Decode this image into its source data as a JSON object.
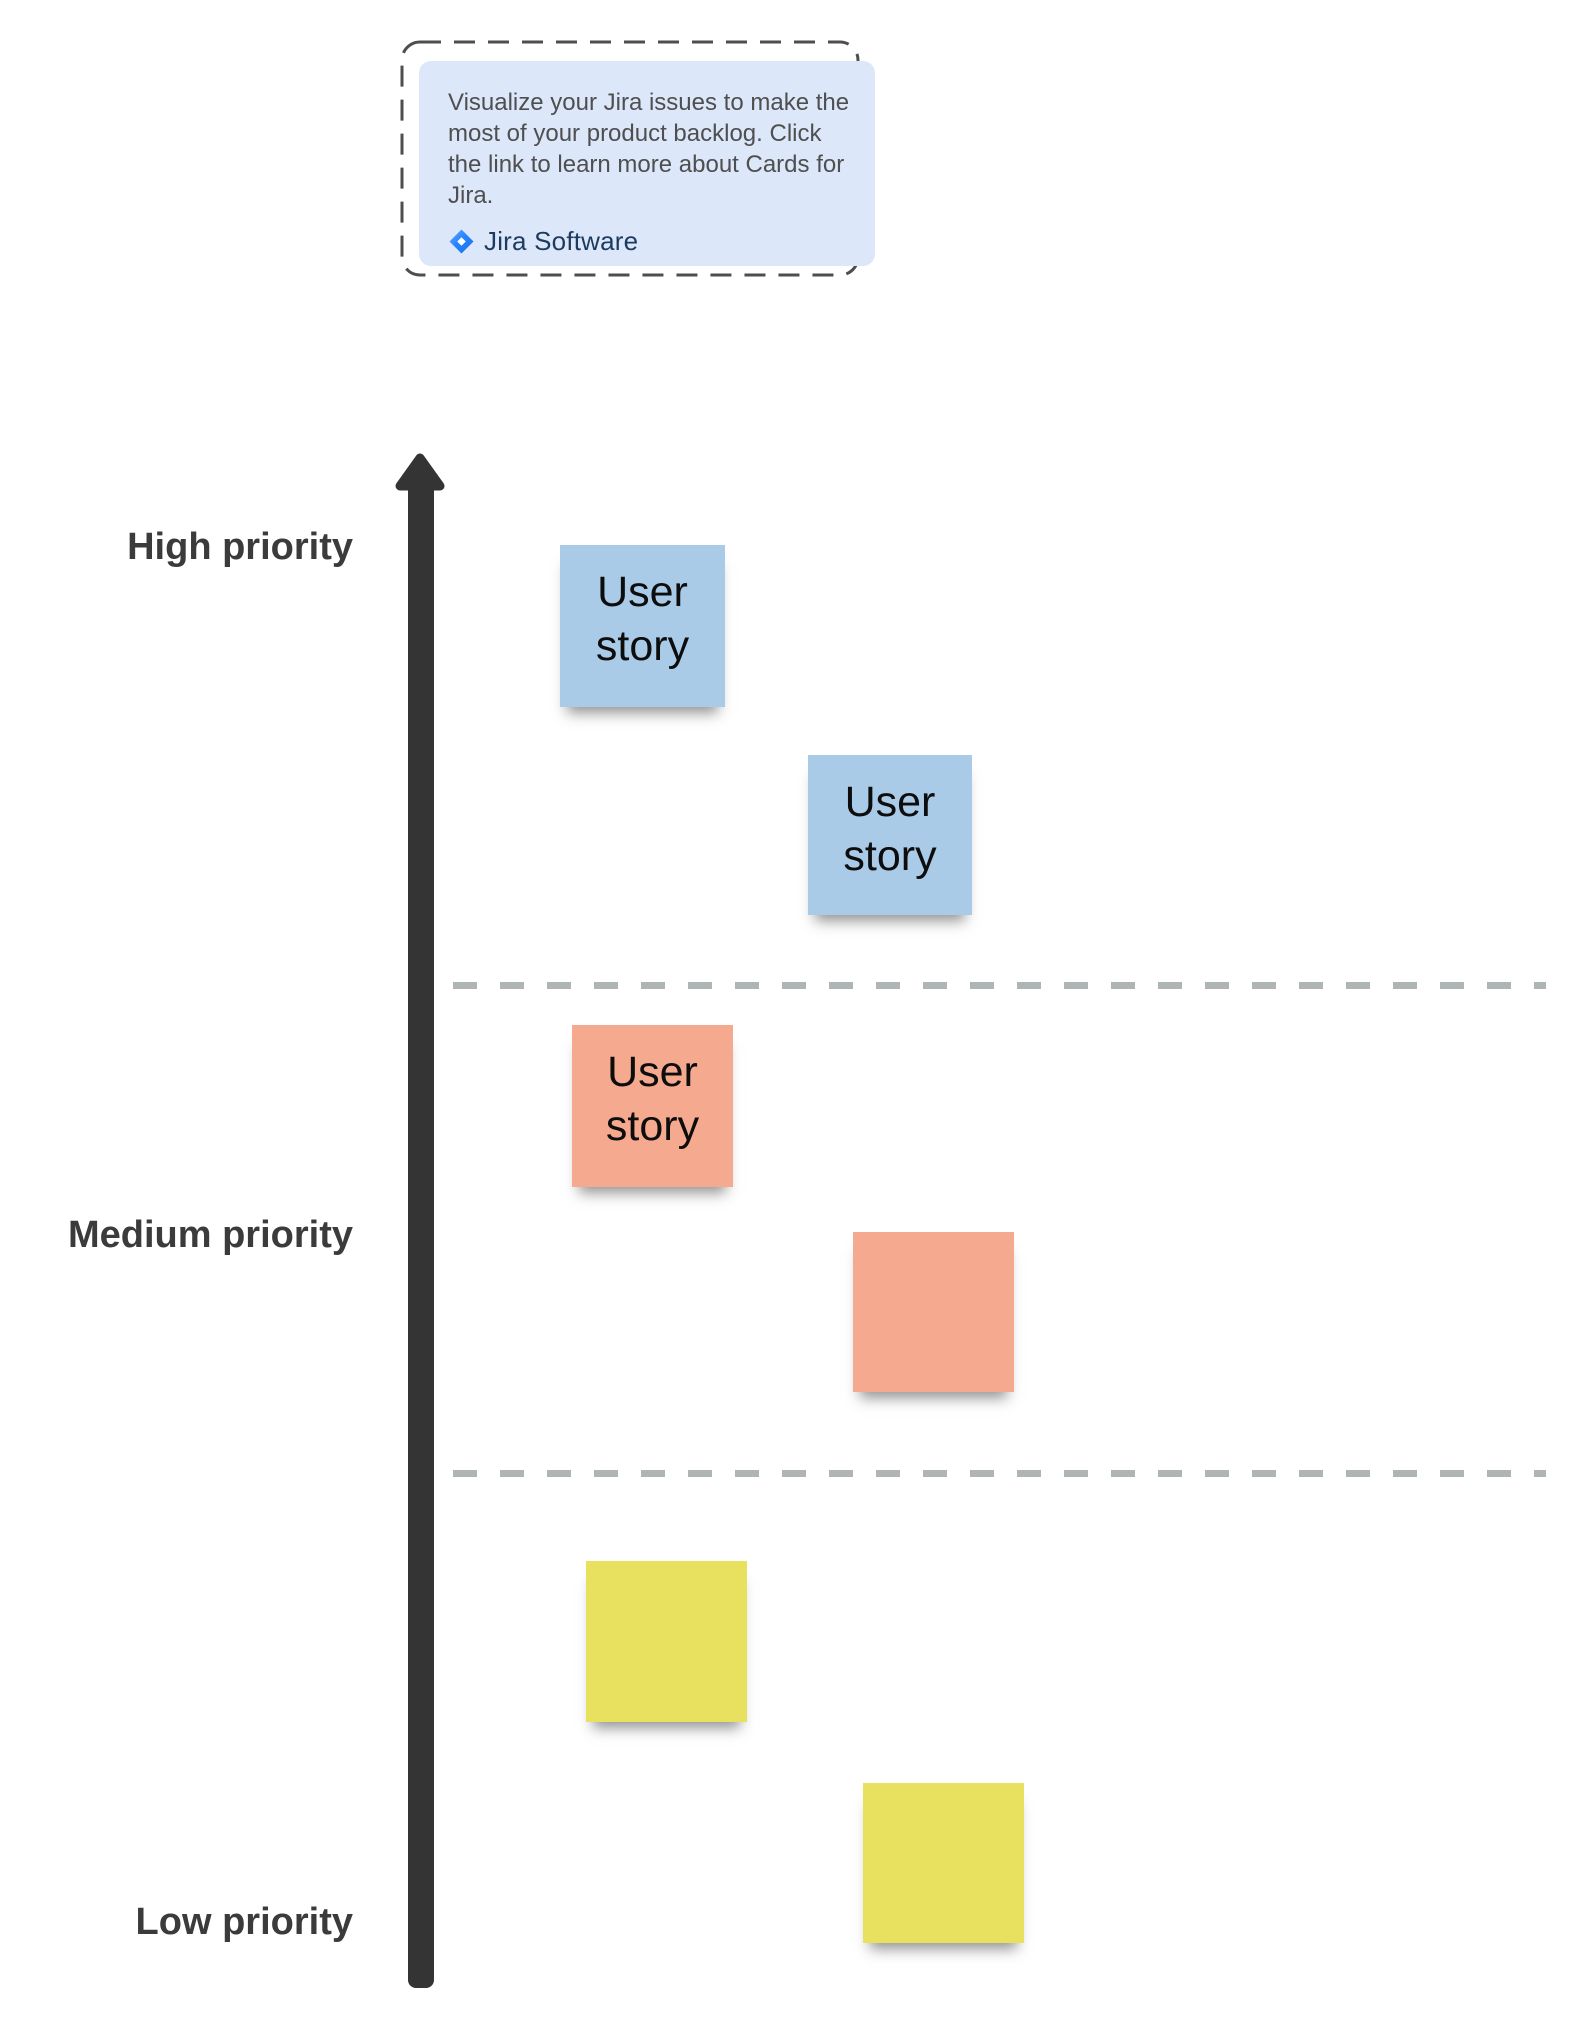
{
  "callout": {
    "text": "Visualize your Jira issues to make the most of your product backlog. Click the link to learn more about Cards for Jira.",
    "logo_label": "Jira Software"
  },
  "axis": {
    "direction": "up",
    "labels": [
      {
        "label": "High priority"
      },
      {
        "label": "Medium priority"
      },
      {
        "label": "Low priority"
      }
    ]
  },
  "notes": [
    {
      "label": "User story",
      "color": "blue",
      "section": "high"
    },
    {
      "label": "User story",
      "color": "blue",
      "section": "high"
    },
    {
      "label": "User story",
      "color": "salmon",
      "section": "medium"
    },
    {
      "label": "",
      "color": "salmon",
      "section": "medium"
    },
    {
      "label": "",
      "color": "yellow",
      "section": "low"
    },
    {
      "label": "",
      "color": "yellow",
      "section": "low"
    }
  ],
  "colors": {
    "note_blue": "#A9CBE8",
    "note_salmon": "#F5A98F",
    "note_yellow": "#E8E05F",
    "arrow": "#343434",
    "divider_dash": "#AFB4B4",
    "callout_bg": "#DCE7FA",
    "callout_border": "#4E4E4E",
    "callout_text": "#4F4F4F",
    "label_text": "#3B3B3B",
    "jira_icon_blue": "#2684FF",
    "jira_wordmark": "#1D3A5F"
  }
}
